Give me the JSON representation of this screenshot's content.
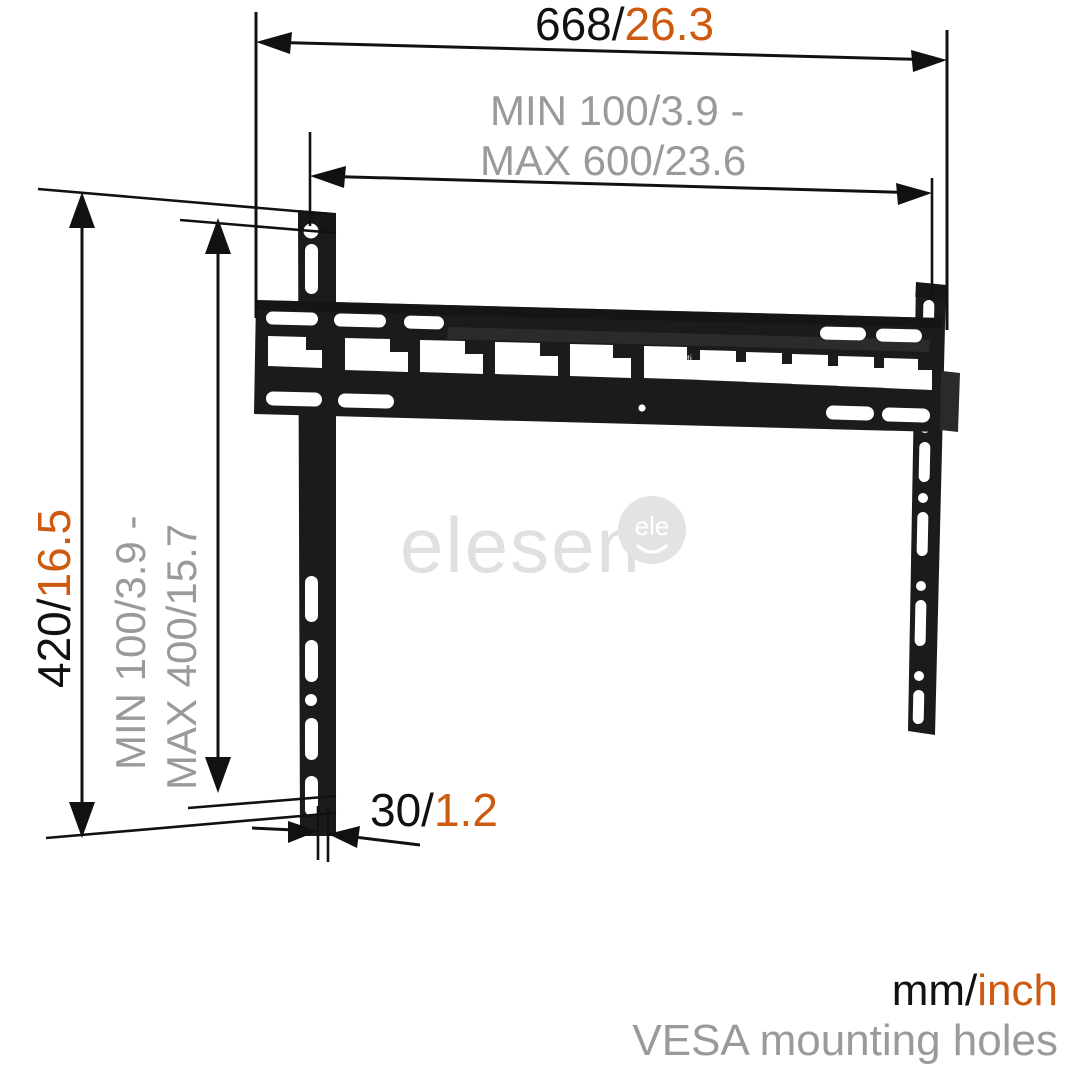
{
  "document": {
    "type": "technical-dimension-drawing",
    "subject": "TV wall mount bracket",
    "units_note_mm": "mm",
    "units_note_separator": "/",
    "units_note_inch": "inch",
    "vesa_note": "VESA mounting holes"
  },
  "colors": {
    "mm_black": "#111111",
    "inch_orange": "#CE5A10",
    "vesa_gray": "#9a9a9a",
    "watermark_gray": "#e0e0e0",
    "metal_black": "#1b1b1b",
    "background": "#ffffff"
  },
  "dimensions": {
    "width_overall": {
      "mm": "668",
      "sep": "/",
      "inch": "26.3",
      "label": "668/26.3"
    },
    "vesa_horizontal": {
      "line1": "MIN 100/3.9 -",
      "line2": "MAX 600/23.6",
      "min_mm": "100",
      "min_inch": "3.9",
      "max_mm": "600",
      "max_inch": "23.6"
    },
    "height_overall": {
      "mm": "420",
      "sep": "/",
      "inch": "16.5",
      "label": "420/16.5"
    },
    "vesa_vertical": {
      "line1": "MIN 100/3.9 -",
      "line2": "MAX 400/15.7",
      "min_mm": "100",
      "min_inch": "3.9",
      "max_mm": "400",
      "max_inch": "15.7"
    },
    "depth": {
      "mm": "30",
      "sep": "/",
      "inch": "1.2",
      "label": "30/1.2"
    }
  },
  "watermark": {
    "text": "elesen",
    "badge_text": "ele"
  },
  "legend": {
    "units_mm": "mm",
    "units_slash": "/",
    "units_inch": "inch",
    "vesa_line": "VESA mounting holes"
  },
  "icons": {
    "arrow_left": "arrow-left-icon",
    "arrow_right": "arrow-right-icon",
    "arrow_up": "arrow-up-icon",
    "arrow_down": "arrow-down-icon"
  }
}
